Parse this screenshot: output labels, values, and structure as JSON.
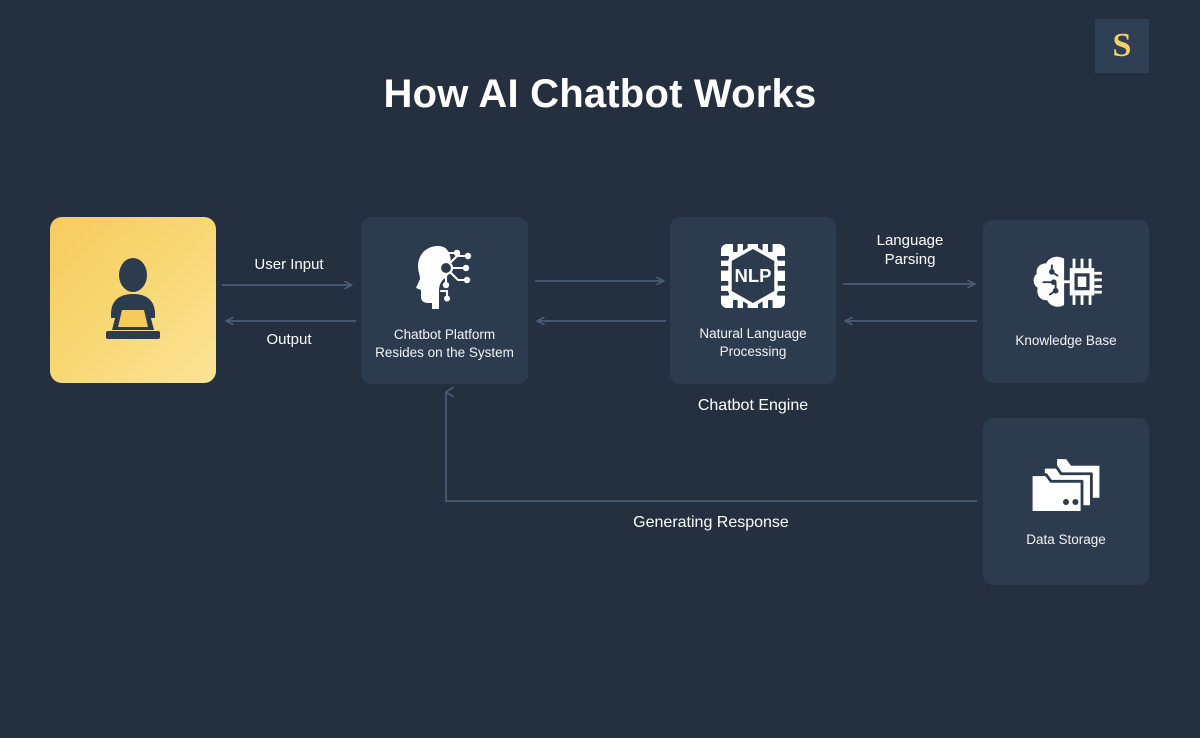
{
  "page": {
    "title": "How AI Chatbot Works",
    "background_color": "#242f40",
    "card_color": "#2d3b4e",
    "accent_color": "#f5cb5c",
    "connector_color": "#4a5c74",
    "text_color": "#ffffff"
  },
  "logo": {
    "letter": "S",
    "name": "logo-badge",
    "color": "#f7d06a",
    "background": "#2f3f54"
  },
  "cards": [
    {
      "id": "user",
      "label": "",
      "icon": "person-at-laptop-icon",
      "style": "yellow-gradient",
      "gradient_from": "#f5cb5c",
      "gradient_to": "#fbe496"
    },
    {
      "id": "platform",
      "label": "Chatbot Platform\nResides on the System",
      "label_line1": "Chatbot Platform",
      "label_line2": "Resides on the System",
      "icon": "ai-head-circuit-icon",
      "style": "dark"
    },
    {
      "id": "nlp",
      "label": "Natural Language\nProcessing",
      "label_line1": "Natural Language",
      "label_line2": "Processing",
      "icon": "nlp-chip-icon",
      "icon_text": "NLP",
      "style": "dark"
    },
    {
      "id": "knowledge_base",
      "label": "Knowledge Base",
      "icon": "brain-chip-icon",
      "style": "dark"
    },
    {
      "id": "data_storage",
      "label": "Data Storage",
      "icon": "folders-stack-icon",
      "style": "dark"
    }
  ],
  "connector_labels": {
    "user_input": "User Input",
    "output": "Output",
    "language_parsing_line1": "Language",
    "language_parsing_line2": "Parsing",
    "chatbot_engine": "Chatbot Engine",
    "generating_response": "Generating Response"
  },
  "flow": {
    "edges": [
      {
        "from": "user",
        "to": "platform",
        "label": "User Input",
        "direction": "right"
      },
      {
        "from": "platform",
        "to": "user",
        "label": "Output",
        "direction": "left"
      },
      {
        "from": "platform",
        "to": "nlp",
        "label": "",
        "direction": "right"
      },
      {
        "from": "nlp",
        "to": "platform",
        "label": "",
        "direction": "left"
      },
      {
        "from": "nlp",
        "to": "knowledge_base",
        "label": "Language Parsing",
        "direction": "right"
      },
      {
        "from": "knowledge_base",
        "to": "nlp",
        "label": "",
        "direction": "left"
      },
      {
        "from": "data_storage",
        "to": "platform",
        "label": "Generating Response",
        "direction": "elbow-up"
      }
    ],
    "group_label": "Chatbot Engine",
    "group_members": [
      "platform",
      "nlp"
    ]
  }
}
